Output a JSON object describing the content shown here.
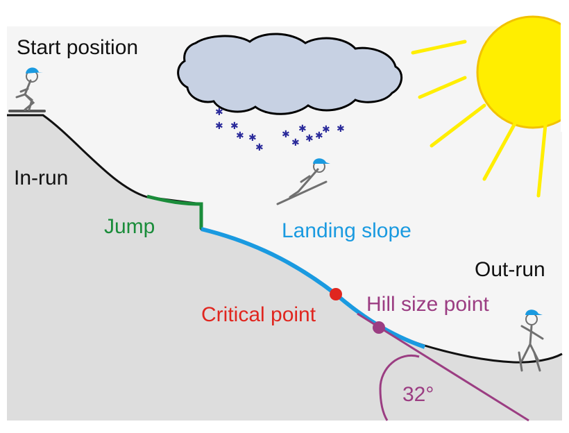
{
  "labels": {
    "start_position": "Start position",
    "in_run": "In-run",
    "jump": "Jump",
    "landing_slope": "Landing slope",
    "out_run": "Out-run",
    "critical_point": "Critical point",
    "hill_size_point": "Hill size point",
    "angle": "32°"
  },
  "icons": {
    "sun": "sun-icon",
    "cloud": "cloud-icon",
    "snowflakes": "snowflake-icon",
    "skier_start": "skier-crouching-icon",
    "skier_flight": "skier-flying-icon",
    "skier_outrun": "skier-standing-icon"
  },
  "colors": {
    "background": "#f5f5f5",
    "hill_fill": "#dddddd",
    "jump": "#1a8c3a",
    "landing_slope": "#1a9ae0",
    "critical_point": "#e0261f",
    "hill_size_point": "#9b3d82",
    "sun": "#ffee00",
    "cloud_fill": "#c7d1e3",
    "snow": "#2a2a9a",
    "helmet": "#1a9ae0",
    "skier": "#707070"
  }
}
